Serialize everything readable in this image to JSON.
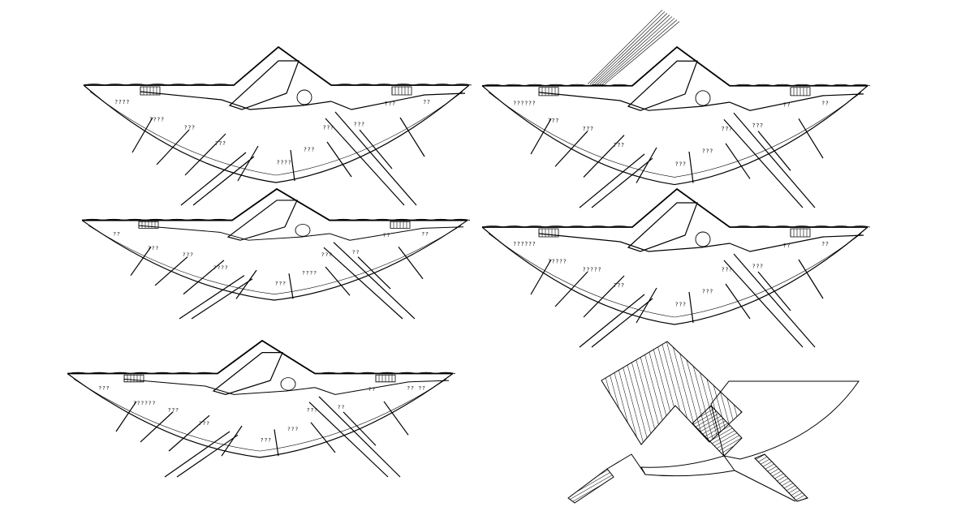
{
  "drawing": {
    "stroke_color": "#000000",
    "background": "#ffffff"
  },
  "floor_plans": [
    {
      "id": "plan-1",
      "room_tags": [
        "????",
        "????",
        "???",
        "???",
        "????",
        "???",
        "???",
        "???",
        "??",
        "???"
      ]
    },
    {
      "id": "plan-2",
      "room_tags": [
        "??????",
        "???",
        "???",
        "???",
        "???",
        "???",
        "???",
        "??",
        "??",
        "???"
      ]
    },
    {
      "id": "plan-3",
      "room_tags": [
        "??",
        "???",
        "???",
        "????",
        "???",
        "????",
        "??",
        "??",
        "??",
        "???"
      ]
    },
    {
      "id": "plan-4",
      "room_tags": [
        "??????",
        "?????",
        "?????",
        "???",
        "???",
        "???",
        "???",
        "??",
        "??",
        "???"
      ]
    },
    {
      "id": "plan-5",
      "room_tags": [
        "???",
        "??????",
        "???",
        "???",
        "???",
        "???",
        "??",
        "??",
        "?? ??",
        "???"
      ]
    }
  ],
  "site_plan": {
    "hatched": true
  }
}
